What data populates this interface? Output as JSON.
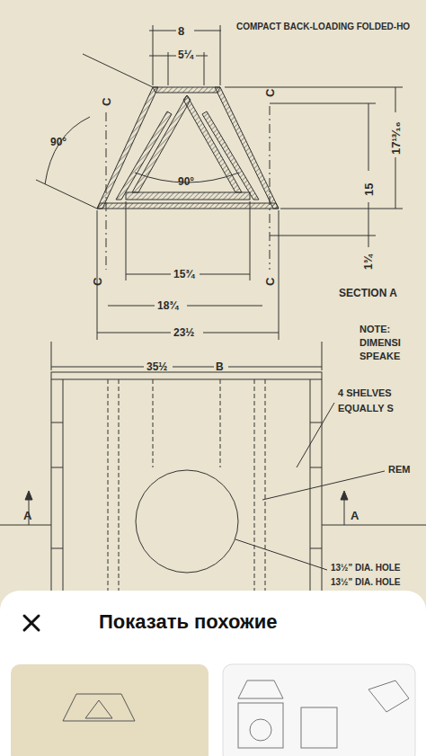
{
  "diagram": {
    "title": "COMPACT BACK-LOADING FOLDED-HO",
    "labels": [
      "8",
      "5¼",
      "C",
      "C",
      "90°",
      "90°",
      "17¹³⁄₁₆",
      "15",
      "1¾",
      "C",
      "C",
      "15¾",
      "18¾",
      "23½",
      "35½",
      "B",
      "SECTION A",
      "NOTE:",
      "DIMENSI",
      "SPEAKE",
      "4 SHELVES",
      "EQUALLY S",
      "REM",
      "A",
      "A",
      "13½\" DIA. HOLE",
      "13½\" DIA. HOLE",
      "Показать похожие"
    ]
  }
}
